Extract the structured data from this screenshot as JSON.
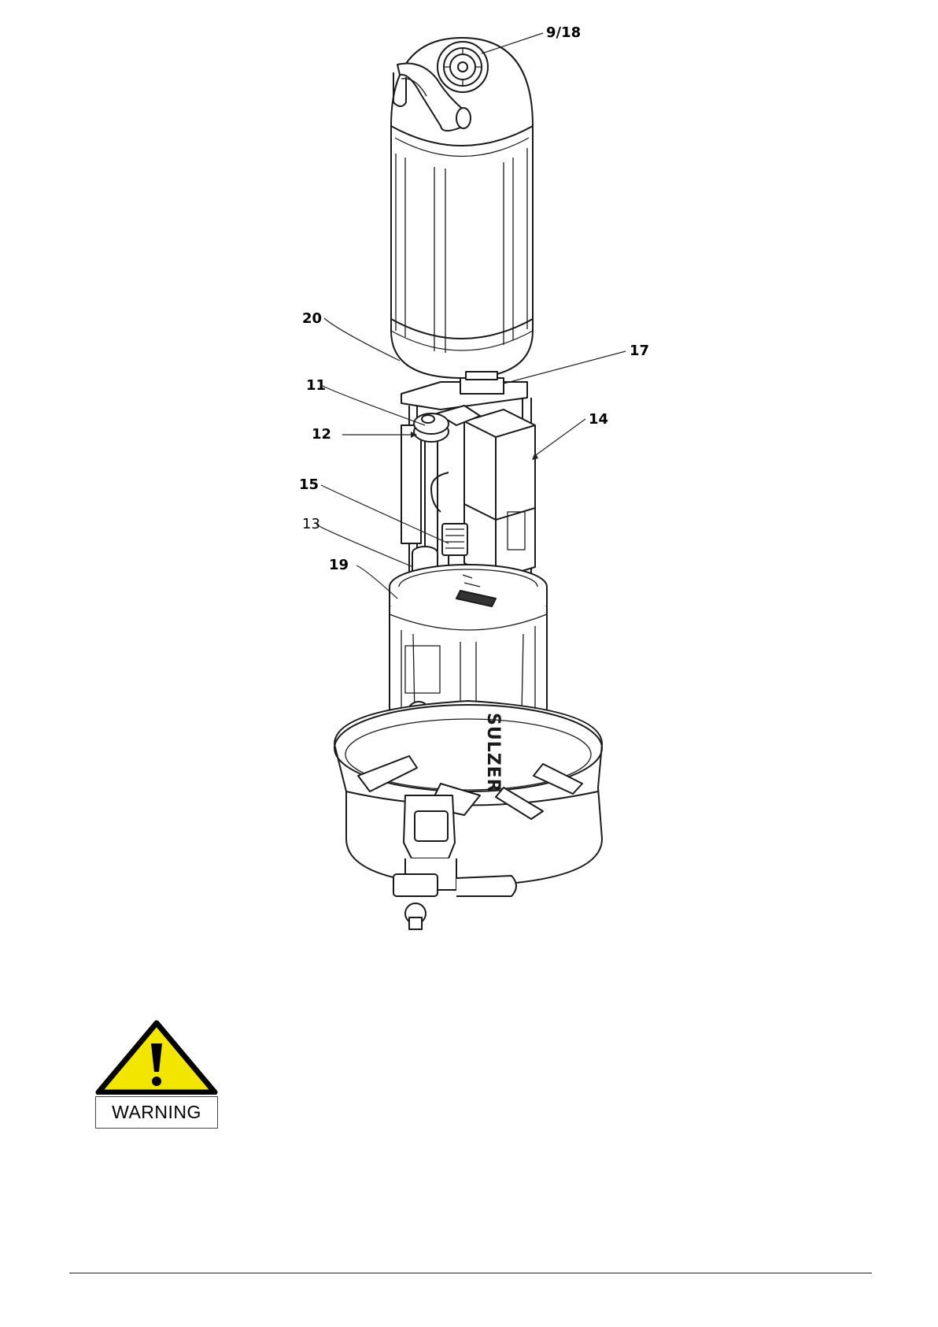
{
  "figure": {
    "callouts": {
      "c9_18": "9/18",
      "c20": "20",
      "c17": "17",
      "c11": "11",
      "c12": "12",
      "c14": "14",
      "c15": "15",
      "c13": "13",
      "c19": "19"
    },
    "brand_text": "SULZER"
  },
  "warning": {
    "label": "WARNING",
    "triangle_fill": "#f2e600"
  }
}
